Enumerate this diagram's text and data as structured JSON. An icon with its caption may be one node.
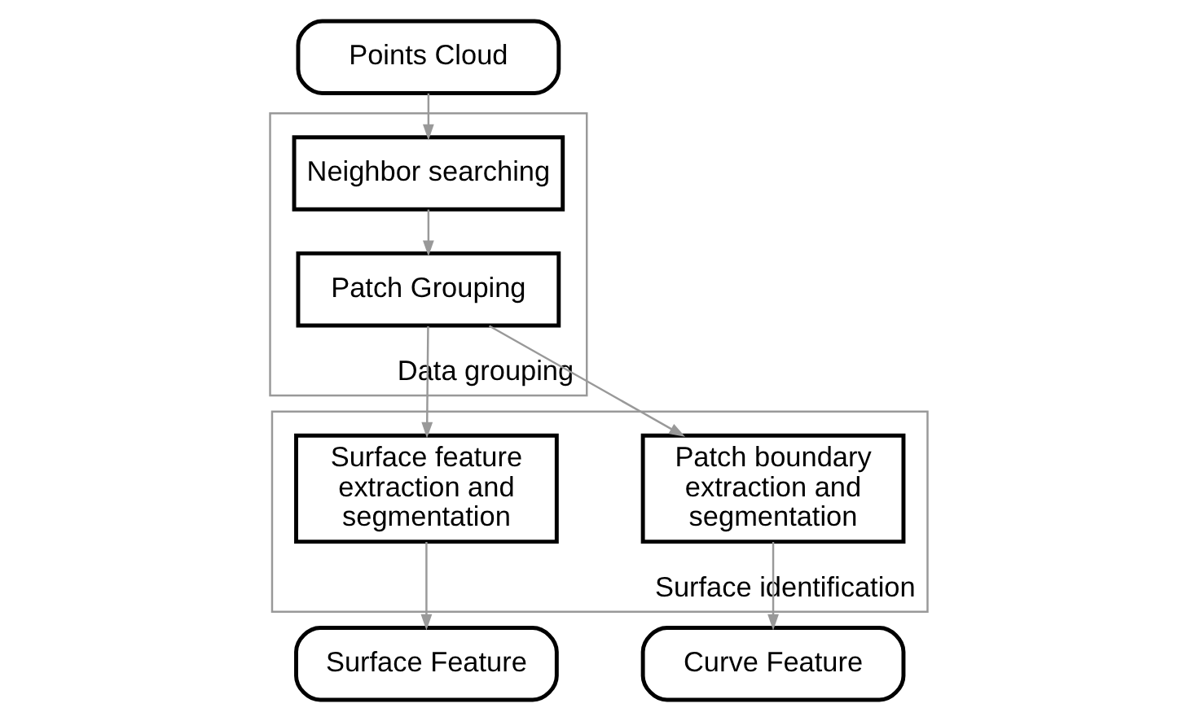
{
  "diagram": {
    "nodes": [
      {
        "text": [
          "Points Cloud"
        ]
      },
      {
        "text": [
          "Data grouping"
        ]
      },
      {
        "text": [
          "Neighbor searching"
        ],
        "in": 1
      },
      {
        "text": [
          "Patch Grouping"
        ],
        "in": 1
      },
      {
        "text": [
          "Surface identification"
        ]
      },
      {
        "text": [
          "Surface feature extraction and segmentation"
        ],
        "in": 4
      },
      {
        "text": [
          "Patch boundary extraction and segmentation"
        ],
        "in": 4
      },
      {
        "text": [
          "Surface Feature"
        ]
      },
      {
        "text": [
          "Curve Feature"
        ]
      }
    ],
    "edges": [
      {
        "from": 0,
        "to": 2,
        "arrow": "to"
      },
      {
        "from": 2,
        "to": 3,
        "arrow": "to"
      },
      {
        "from": 3,
        "to": 5,
        "arrow": "to"
      },
      {
        "from": 3,
        "to": 6,
        "arrow": "to"
      },
      {
        "from": 5,
        "to": 7,
        "arrow": "to"
      },
      {
        "from": 6,
        "to": 8,
        "arrow": "to"
      }
    ]
  }
}
